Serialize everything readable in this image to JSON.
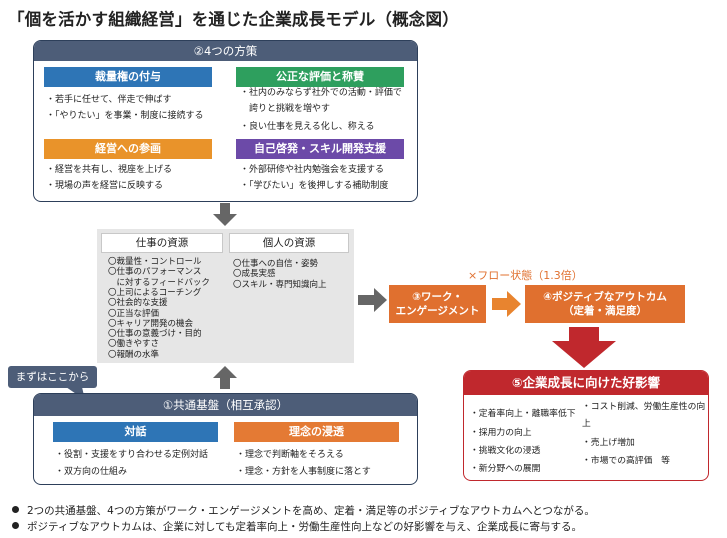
{
  "title": "「個を活かす組織経営」を通じた企業成長モデル（概念図）",
  "measures": {
    "header": "②4つの方策",
    "discretion": {
      "label": "裁量権の付与",
      "items": [
        "・若手に任せて、伴走で伸ばす",
        "・「やりたい」を事業・制度に接続する"
      ]
    },
    "evaluation": {
      "label": "公正な評価と称賛",
      "items": [
        "・社内のみならず社外での活動・評価で",
        "　誇りと挑戦を増やす",
        "・良い仕事を見える化し、称える"
      ]
    },
    "management": {
      "label": "経営への参画",
      "items": [
        "・経営を共有し、視座を上げる",
        "・現場の声を経営に反映する"
      ]
    },
    "self_dev": {
      "label": "自己啓発・スキル開発支援",
      "items": [
        "・外部研修や社内勉強会を支援する",
        "・「学びたい」を後押しする補助制度"
      ]
    }
  },
  "resources": {
    "job": {
      "label": "仕事の資源",
      "items": [
        "〇裁量性・コントロール",
        "〇仕事のパフォーマンス",
        "　に対するフィードバック",
        "〇上司によるコーチング",
        "〇社会的な支援",
        "〇正当な評価",
        "〇キャリア開発の機会",
        "〇仕事の意義づけ・目的",
        "〇働きやすさ",
        "〇報酬の水準"
      ]
    },
    "personal": {
      "label": "個人の資源",
      "items": [
        "〇仕事への自信・姿勢",
        "〇成長実感",
        "〇スキル・専門知識向上"
      ]
    }
  },
  "flow": {
    "label": "×フロー状態（1.3倍）",
    "engagement": [
      "③ワーク・",
      "エンゲージメント"
    ],
    "outcome": [
      "④ポジティブなアウトカム",
      "（定着・満足度）"
    ]
  },
  "growth": {
    "header": "⑤企業成長に向けた好影響",
    "left_items": [
      "・定着率向上・離職率低下",
      "・採用力の向上",
      "・挑戦文化の浸透",
      "・新分野への展開"
    ],
    "right_items": [
      "・コスト削減、労働生産性の向",
      "上",
      "・売上げ増加",
      "・市場での高評価　等"
    ]
  },
  "foundation": {
    "callout": "まずはここから",
    "header": "①共通基盤（相互承認）",
    "dialogue": {
      "label": "対話",
      "items": [
        "・役割・支援をすり合わせる定例対話",
        "・双方向の仕組み"
      ]
    },
    "philosophy": {
      "label": "理念の浸透",
      "items": [
        "・理念で判断軸をそろえる",
        "・理念・方針を人事制度に落とす"
      ]
    }
  },
  "notes": [
    "2つの共通基盤、4つの方策がワーク・エンゲージメントを高め、定着・満足等のポジティブなアウトカムへとつながる。",
    "ポジティブなアウトカムは、企業に対しても定着率向上・労働生産性向上などの好影響を与え、企業成長に寄与する。"
  ],
  "colors": {
    "navy": "#4d5d78",
    "blue": "#2e75b6",
    "green": "#2e9f5e",
    "orange": "#e9932a",
    "purple": "#6c4aa8",
    "flow_orange": "#e0702f",
    "red": "#c0282d",
    "gray_arrow": "#666666"
  }
}
